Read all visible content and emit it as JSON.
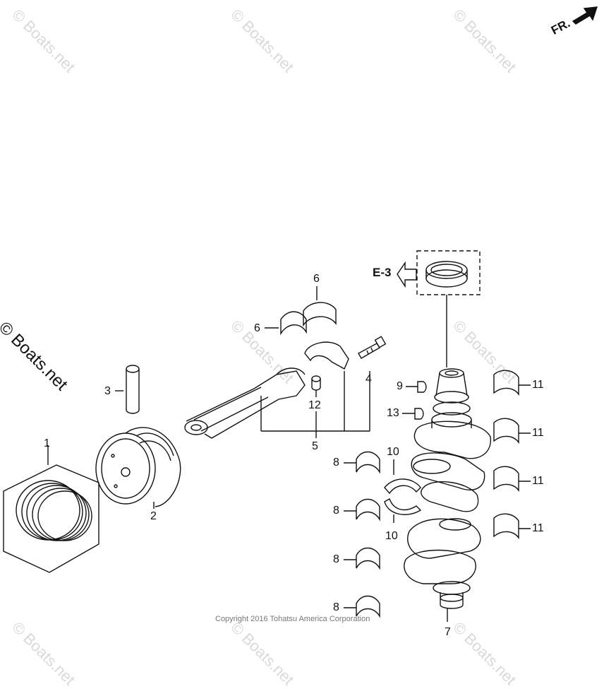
{
  "watermark": "© Boats.net",
  "side_watermark": "© Boats.net",
  "direction_label": "FR.",
  "reference_label": "E-3",
  "copyright": "Copyright 2016 Tohatsu America Corporation",
  "callouts": {
    "c1": "1",
    "c2": "2",
    "c3": "3",
    "c4": "4",
    "c5": "5",
    "c6a": "6",
    "c6b": "6",
    "c7": "7",
    "c8a": "8",
    "c8b": "8",
    "c8c": "8",
    "c8d": "8",
    "c9": "9",
    "c10a": "10",
    "c10b": "10",
    "c11a": "11",
    "c11b": "11",
    "c11c": "11",
    "c11d": "11",
    "c12": "12",
    "c13": "13"
  }
}
